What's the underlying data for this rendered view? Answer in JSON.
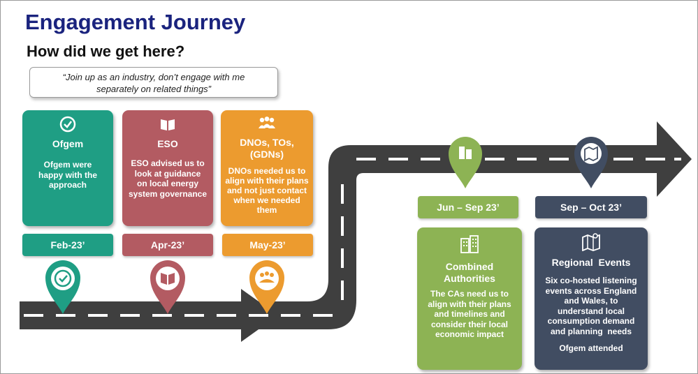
{
  "title": "Engagement Journey",
  "subtitle": "How did we get here?",
  "quote": {
    "line1": "“Join up as an industry, don’t engage with me",
    "line2": "separately on related things”"
  },
  "stakeholders": [
    {
      "name": "Ofgem",
      "desc": [
        "Ofgem were",
        "happy with the",
        "approach"
      ],
      "date": "Feb-23’",
      "color": "#1f9e84",
      "icon": "badge-check-icon"
    },
    {
      "name": "ESO",
      "desc": [
        "ESO advised us to",
        "look at guidance",
        "on local energy",
        "system governance"
      ],
      "date": "Apr-23’",
      "color": "#b35b62",
      "icon": "book-icon"
    },
    {
      "name_lines": [
        "DNOs, TOs,",
        "(GDNs)"
      ],
      "desc": [
        "DNOs needed us to",
        "align with their plans",
        "and not just contact",
        "when we needed",
        "them"
      ],
      "date": "May-23’",
      "color": "#ec9b2f",
      "icon": "people-group-icon"
    },
    {
      "name_lines": [
        "Combined",
        "Authorities"
      ],
      "desc": [
        "The CAs need us to",
        "align with their plans",
        "and timelines and",
        "consider their local",
        "economic impact"
      ],
      "date": "Jun – Sep 23’",
      "color": "#8db354",
      "icon": "city-buildings-icon"
    },
    {
      "name": "Regional  Events",
      "desc": [
        "Six co-hosted listening",
        "events across England",
        "and Wales, to",
        "understand local",
        "consumption demand",
        "and planning  needs"
      ],
      "extra": "Ofgem attended",
      "date": "Sep – Oct 23’",
      "color": "#414d62",
      "icon": "map-icon"
    }
  ],
  "colors": {
    "road": "#3f3f3f",
    "title": "#1a237e"
  }
}
